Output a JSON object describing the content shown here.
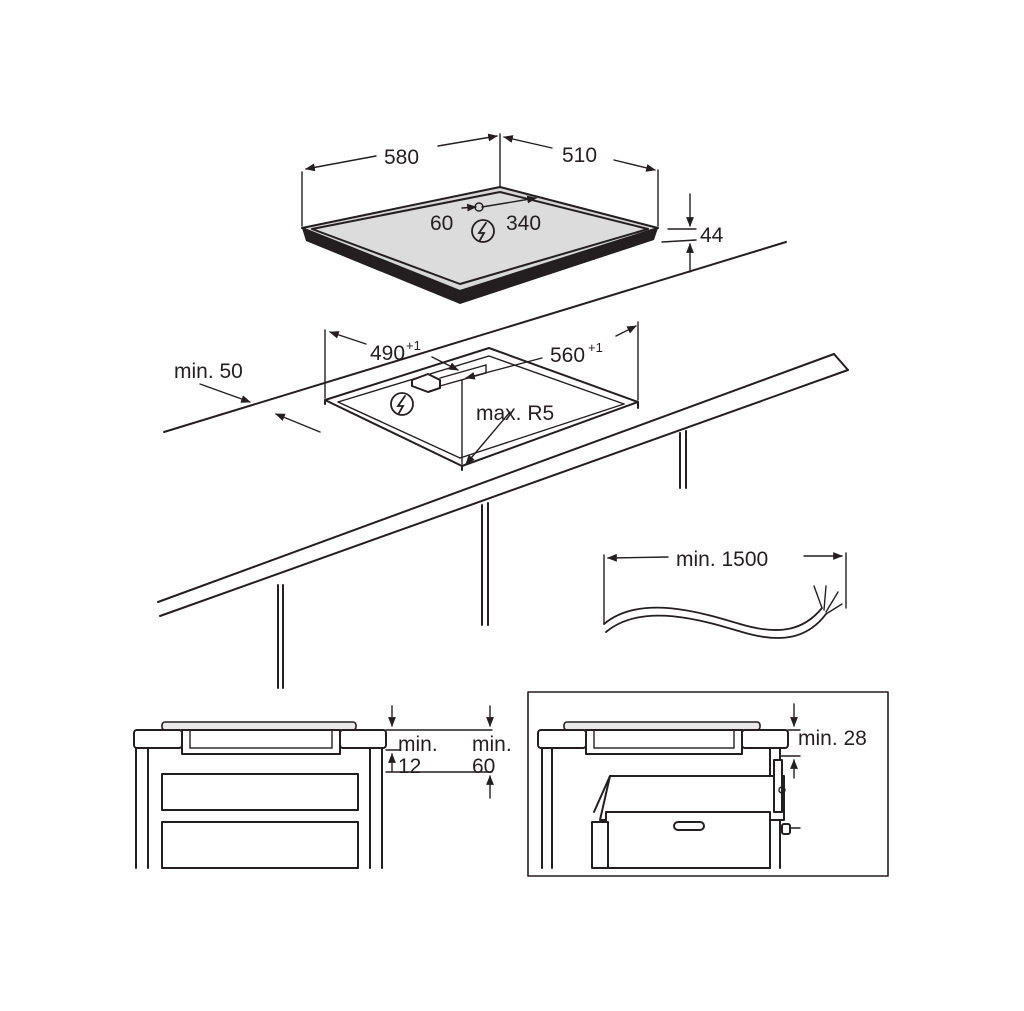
{
  "dimensions": {
    "hob_width": "580",
    "hob_depth": "510",
    "hob_height": "44",
    "cable_entry_side": "60",
    "cable_entry_front": "340",
    "cutout_width": "490",
    "cutout_width_tol": "+1",
    "cutout_depth": "560",
    "cutout_depth_tol": "+1",
    "min_front_gap": "min. 50",
    "max_radius": "max. R5",
    "cable_length": "min. 1500",
    "drawer_gap_label": "min.",
    "drawer_gap_value": "12",
    "drawer_space_label": "min.",
    "drawer_space_value": "60",
    "oven_gap": "min. 28"
  },
  "icons": {
    "electrical": "lightning-in-circle-icon"
  }
}
